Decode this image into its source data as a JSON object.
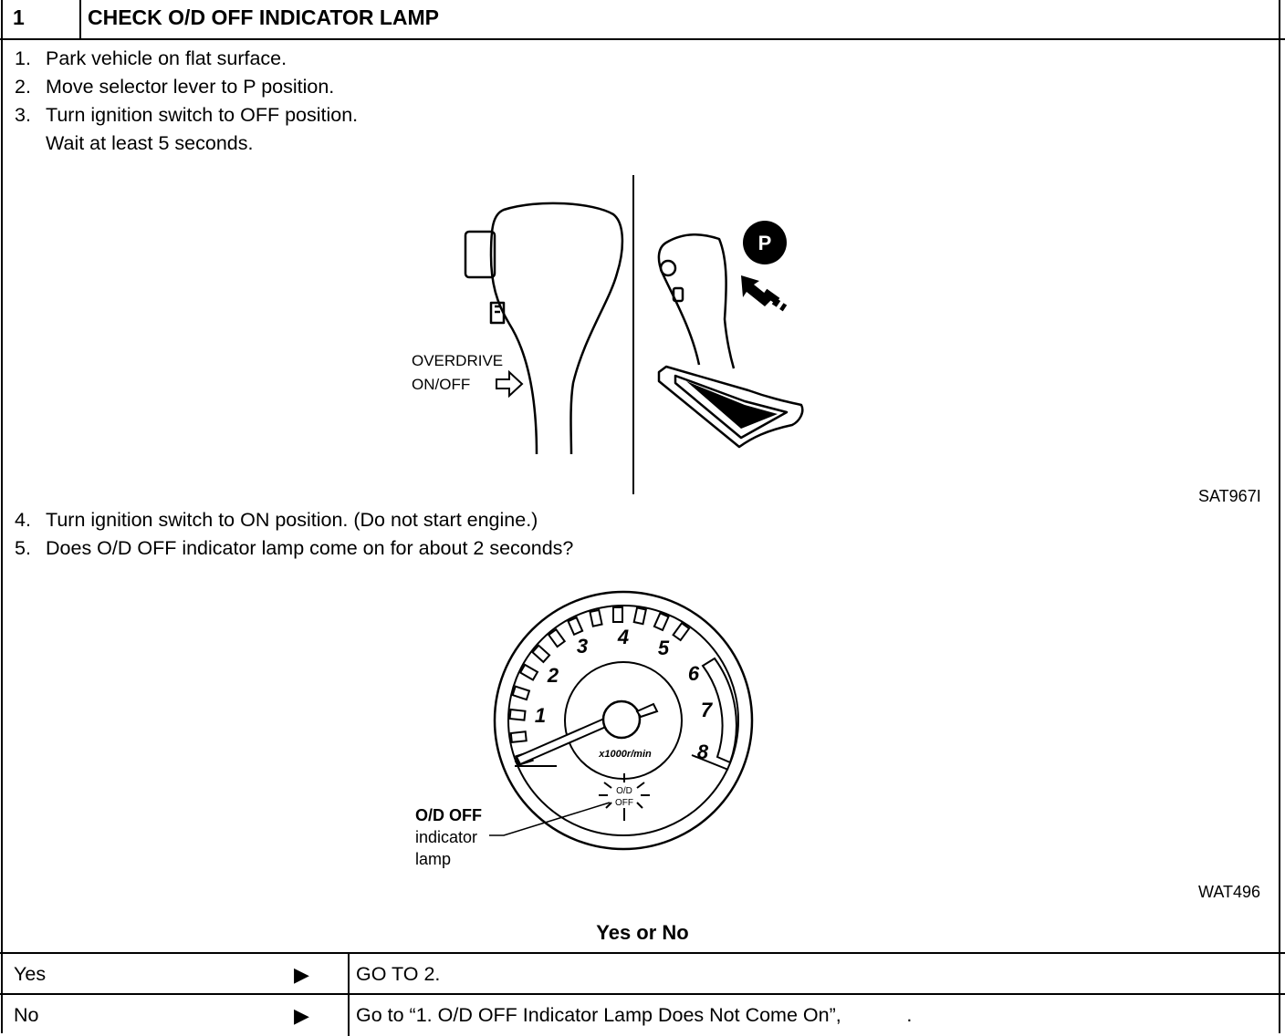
{
  "header": {
    "step_number": "1",
    "title": "CHECK O/D OFF INDICATOR LAMP"
  },
  "steps": [
    {
      "num": "1.",
      "text": "Park vehicle on flat surface."
    },
    {
      "num": "2.",
      "text": "Move selector lever to P position."
    },
    {
      "num": "3.",
      "text": "Turn ignition switch to OFF position."
    },
    {
      "num": "4.",
      "text": "Turn ignition switch to ON position. (Do not start engine.)"
    },
    {
      "num": "5.",
      "text": "Does O/D OFF indicator lamp come on for about 2 seconds?"
    }
  ],
  "step3_continuation": "Wait at least 5 seconds.",
  "figure1": {
    "code": "SAT967I",
    "label_line1": "OVERDRIVE",
    "label_line2": "ON/OFF",
    "position_badge": "P"
  },
  "figure2": {
    "code": "WAT496",
    "gauge_numbers": [
      "1",
      "2",
      "3",
      "4",
      "5",
      "6",
      "7",
      "8"
    ],
    "gauge_unit": "x1000r/min",
    "lamp_text_line1": "O/D",
    "lamp_text_line2": "OFF",
    "callout_line1": "O/D OFF",
    "callout_line2": "indicator",
    "callout_line3": "lamp"
  },
  "decision": {
    "title": "Yes or No",
    "rows": [
      {
        "label": "Yes",
        "arrow": "▶",
        "action": "GO TO 2."
      },
      {
        "label": "No",
        "arrow": "▶",
        "action": "Go to “1. O/D OFF Indicator Lamp Does Not Come On”,            ."
      }
    ]
  }
}
